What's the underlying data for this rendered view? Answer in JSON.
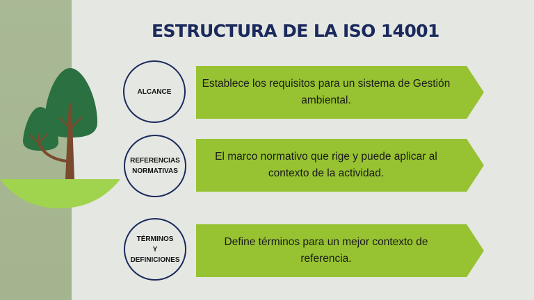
{
  "title": "ESTRUCTURA DE LA ISO 14001",
  "colors": {
    "background": "#e5e7e2",
    "left_panel": "#a6b692",
    "title": "#1b2a5c",
    "circle_border": "#1b2a5c",
    "arrow_fill": "#97c231",
    "tree_crown": "#2a7040",
    "tree_trunk": "#7a4a2e",
    "ground": "#9fd44d"
  },
  "illustration": {
    "icon": "tree-icon",
    "elements": [
      "large-tree-crown",
      "small-tree-crown",
      "trunk",
      "ground"
    ]
  },
  "rows": [
    {
      "label": "ALCANCE",
      "description": "Establece los requisitos para un sistema de Gestión ambiental."
    },
    {
      "label": "REFERENCIAS\nNORMATIVAS",
      "description": "El marco normativo que rige y puede aplicar al contexto de la actividad."
    },
    {
      "label": "TÉRMINOS\nY\nDEFINICIONES",
      "description": "Define términos para un mejor contexto de referencia."
    }
  ]
}
